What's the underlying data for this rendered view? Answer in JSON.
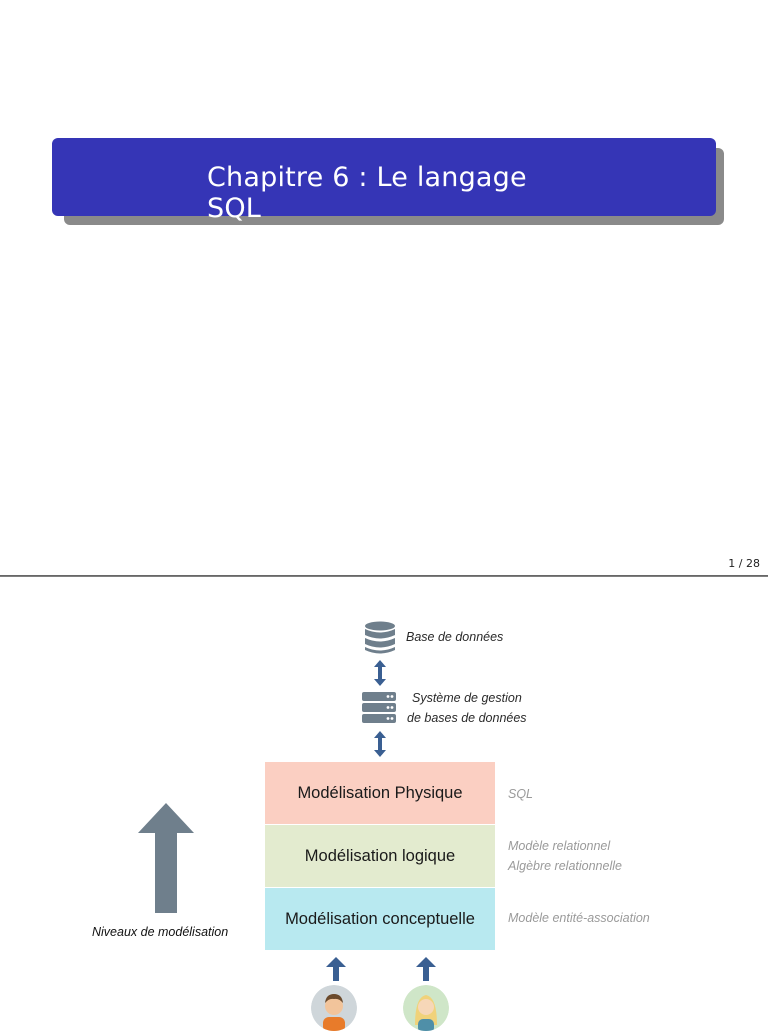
{
  "slide1": {
    "title_line1": "Chapitre 6 : Le langage",
    "title_line2": "SQL",
    "page_number": "1 / 28",
    "colors": {
      "title_bg": "#3535b6",
      "title_text": "#ffffff"
    }
  },
  "slide2": {
    "database_label": "Base de données",
    "dbms_label_line1": "Système de gestion",
    "dbms_label_line2": "de bases de données",
    "layers": {
      "physical": "Modélisation Physique",
      "logical": "Modélisation logique",
      "conceptual": "Modélisation conceptuelle"
    },
    "side_labels": {
      "physical": "SQL",
      "logical_line1": "Modèle relationnel",
      "logical_line2": "Algèbre relationnelle",
      "conceptual": "Modèle entité-association"
    },
    "levels_label": "Niveaux de modélisation",
    "icons": [
      "database-icon",
      "server-icon",
      "double-arrow-icon",
      "big-up-arrow-icon",
      "up-arrow-icon",
      "user-avatar-male",
      "user-avatar-female"
    ],
    "colors": {
      "physical": "#fbcfc2",
      "logical": "#e3ebcf",
      "conceptual": "#b8e9f0",
      "arrow_blue": "#3a5f92",
      "icon_gray": "#6f7f8c"
    }
  }
}
